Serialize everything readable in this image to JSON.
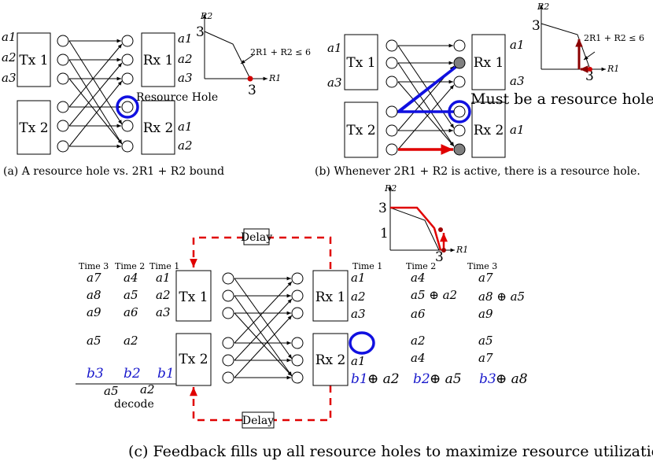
{
  "panel_a": {
    "tx1": "Tx 1",
    "tx2": "Tx 2",
    "rx1": "Rx 1",
    "rx2": "Rx 2",
    "left_a1": "a1",
    "left_a2": "a2",
    "left_a3": "a3",
    "right_a1": "a1",
    "right_a2": "a2",
    "right_a3": "a3",
    "rx2_a1": "a1",
    "rx2_a2": "a2",
    "hole_label": "Resource Hole",
    "plot": {
      "ylabel": "R2",
      "xlabel": "R1",
      "ymax": "3",
      "xmax": "3",
      "constraint": "2R1 + R2 ≤ 6"
    },
    "caption": "(a) A resource hole vs. 2R1 + R2 bound"
  },
  "panel_b": {
    "tx1": "Tx 1",
    "tx2": "Tx 2",
    "rx1": "Rx 1",
    "rx2": "Rx 2",
    "left_a1": "a1",
    "left_a3": "a3",
    "right_a1": "a1",
    "right_a3": "a3",
    "rx2_a1": "a1",
    "hole_label": "Must be a resource hole.",
    "plot": {
      "ylabel": "R2",
      "xlabel": "R1",
      "ymax": "3",
      "xmax": "3",
      "constraint": "2R1 + R2 ≤ 6"
    },
    "caption": "(b) Whenever 2R1 + R2 is active, there is a resource hole."
  },
  "panel_c": {
    "tx1": "Tx 1",
    "tx2": "Tx 2",
    "rx1": "Rx 1",
    "rx2": "Rx 2",
    "delay_top": "Delay",
    "delay_bottom": "Delay",
    "time3": "Time 3",
    "time2": "Time 2",
    "time1": "Time 1",
    "left_rows": [
      [
        "a7",
        "a4",
        "a1"
      ],
      [
        "a8",
        "a5",
        "a2"
      ],
      [
        "a9",
        "a6",
        "a3"
      ],
      [
        "a5",
        "a2",
        ""
      ]
    ],
    "left_b": [
      "b3",
      "b2",
      "b1"
    ],
    "decode_vals": [
      "a5",
      "a2"
    ],
    "decode": "decode",
    "right_times": [
      "Time 1",
      "Time 2",
      "Time 3"
    ],
    "rx1_rows": [
      [
        "a1",
        "a4",
        "a7"
      ],
      [
        "a2",
        "a5 ⊕ a2",
        "a8 ⊕ a5"
      ],
      [
        "a3",
        "a6",
        "a9"
      ]
    ],
    "rx2_rows": [
      [
        "",
        "a2",
        "a5"
      ],
      [
        "a1",
        "a4",
        "a7"
      ]
    ],
    "rx2_b": [
      [
        "b1",
        "⊕ a2"
      ],
      [
        "b2",
        "⊕ a5"
      ],
      [
        "b3",
        "⊕ a8"
      ]
    ],
    "plot": {
      "ylabel": "R2",
      "xlabel": "R1",
      "ymax": "3",
      "ymid": "1",
      "xmax": "3"
    },
    "caption": "(c) Feedback fills up all resource holes to maximize resource utilization"
  },
  "colors": {
    "hole": "#1010e0",
    "feedback": "#e00000",
    "rate_arrow": "#8b0000",
    "gray_node": "#808080"
  }
}
